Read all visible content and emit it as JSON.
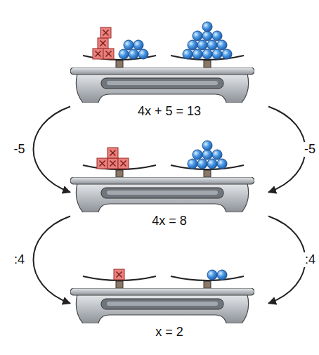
{
  "diagram": {
    "nodes": [
      {
        "text": [
          "4x + 5 = 13"
        ]
      },
      {
        "text": [
          "4x = 8"
        ]
      },
      {
        "text": [
          "x = 2"
        ]
      }
    ],
    "edges": [
      {
        "from": 0,
        "to": 1,
        "arrow": "to",
        "label": "-5"
      },
      {
        "from": 0,
        "to": 1,
        "arrow": "to",
        "label": "-5"
      },
      {
        "from": 1,
        "to": 2,
        "arrow": "to",
        "label": ":4"
      },
      {
        "from": 1,
        "to": 2,
        "arrow": "to",
        "label": ":4"
      }
    ]
  }
}
